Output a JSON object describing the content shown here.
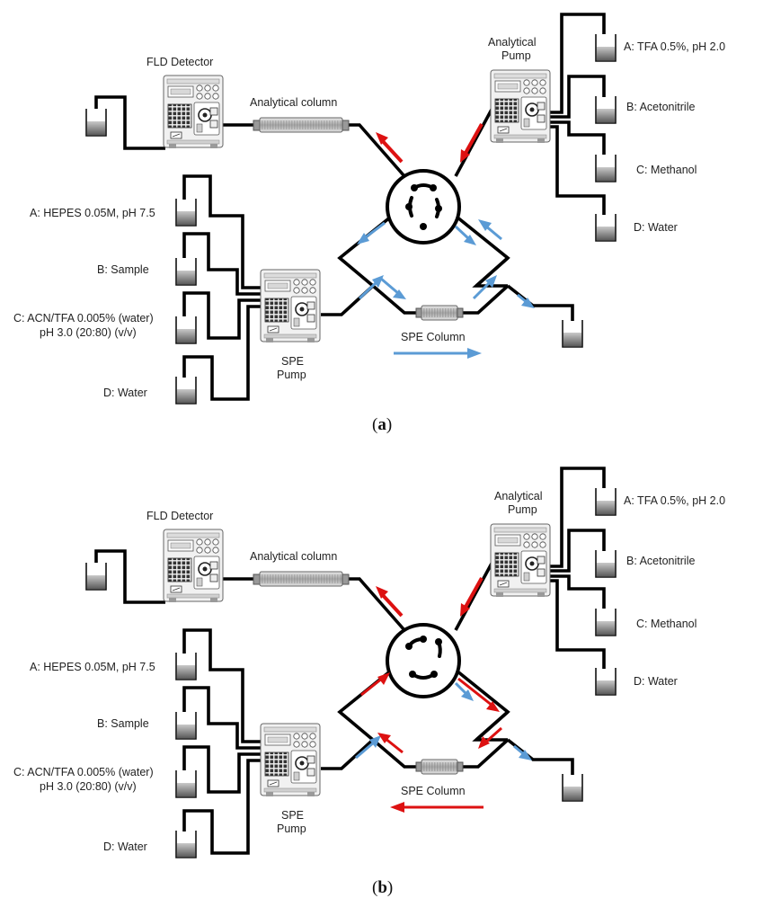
{
  "colors": {
    "red_arrow": "#dd1111",
    "blue_arrow": "#5b9bd5",
    "tubing": "#000000",
    "liquid": "#8a8a8a"
  },
  "icons": [
    "beaker-icon",
    "pump-icon",
    "detector-icon",
    "column-icon",
    "valve-icon",
    "arrow-icon"
  ],
  "panels": [
    {
      "caption_open": "(",
      "caption_letter": "a",
      "caption_close": ")",
      "fld_detector": "FLD Detector",
      "analytical_column": "Analytical column",
      "analytical_pump_line1": "Analytical",
      "analytical_pump_line2": "Pump",
      "right_solvents": [
        "A: TFA 0.5%, pH 2.0",
        "B: Acetonitrile",
        "C: Methanol",
        "D: Water"
      ],
      "left_solvents": [
        "A: HEPES 0.05M, pH 7.5",
        "B: Sample",
        "C: ACN/TFA 0.005% (water)",
        "D: Water"
      ],
      "left_solvent_c_line2": "pH 3.0 (20:80) (v/v)",
      "spe_pump_line1": "SPE",
      "spe_pump_line2": "Pump",
      "spe_column": "SPE Column",
      "flow_direction": "right",
      "flow_color": "blue"
    },
    {
      "caption_open": "(",
      "caption_letter": "b",
      "caption_close": ")",
      "fld_detector": "FLD Detector",
      "analytical_column": "Analytical column",
      "analytical_pump_line1": "Analytical",
      "analytical_pump_line2": "Pump",
      "right_solvents": [
        "A: TFA 0.5%, pH 2.0",
        "B: Acetonitrile",
        "C: Methanol",
        "D: Water"
      ],
      "left_solvents": [
        "A: HEPES 0.05M, pH 7.5",
        "B: Sample",
        "C: ACN/TFA 0.005% (water)",
        "D: Water"
      ],
      "left_solvent_c_line2": "pH 3.0 (20:80) (v/v)",
      "spe_pump_line1": "SPE",
      "spe_pump_line2": "Pump",
      "spe_column": "SPE Column",
      "flow_direction": "left",
      "flow_color": "red"
    }
  ]
}
